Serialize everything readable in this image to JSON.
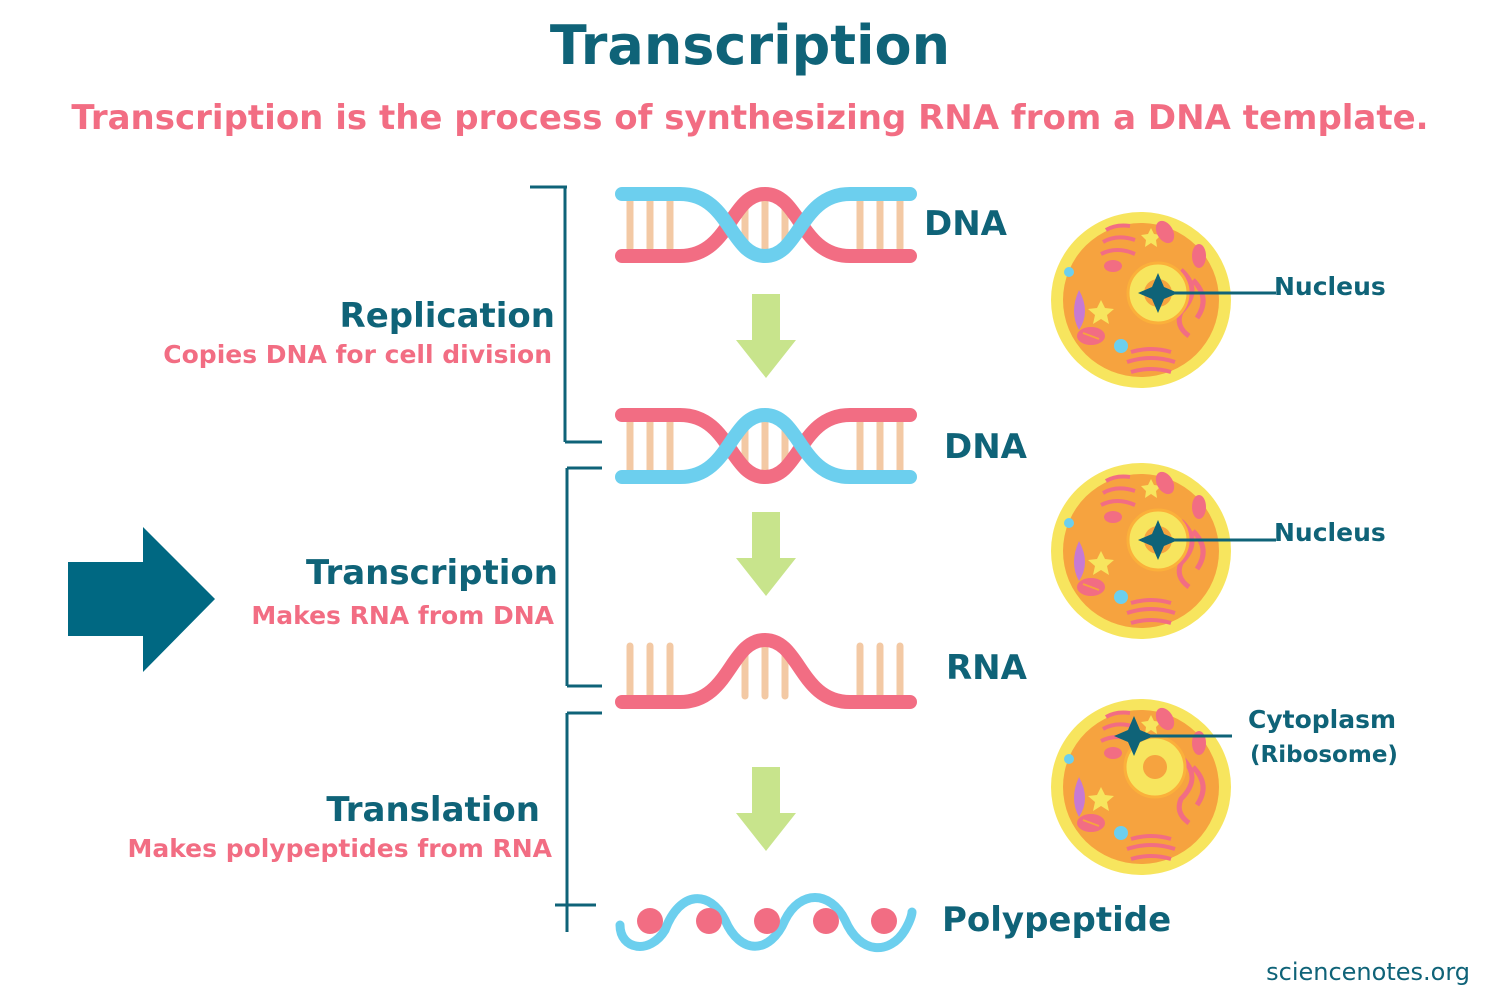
{
  "header": {
    "title": "Transcription",
    "subtitle": "Transcription is the process of synthesizing RNA from a DNA template."
  },
  "processes": [
    {
      "name": "Replication",
      "description": "Copies DNA for cell division"
    },
    {
      "name": "Transcription",
      "description": "Makes RNA from DNA"
    },
    {
      "name": "Translation",
      "description": "Makes polypeptides from RNA"
    }
  ],
  "molecules": [
    {
      "label": "DNA",
      "icon": "dna-double-helix-icon"
    },
    {
      "label": "DNA",
      "icon": "dna-double-helix-icon"
    },
    {
      "label": "RNA",
      "icon": "rna-single-strand-icon"
    },
    {
      "label": "Polypeptide",
      "icon": "polypeptide-chain-icon"
    }
  ],
  "cells": [
    {
      "label": "Nucleus",
      "sublabel": ""
    },
    {
      "label": "Nucleus",
      "sublabel": ""
    },
    {
      "label": "Cytoplasm",
      "sublabel": "(Ribosome)"
    }
  ],
  "source": "sciencenotes.org",
  "colors": {
    "teal": "#0f6378",
    "pink": "#f26d83",
    "blue_strand": "#6ccfee",
    "rung": "#f3c9a4",
    "arrow_green": "#c8e48c",
    "highlight_arrow": "#006882",
    "cell_membrane": "#f7e55e",
    "cell_body": "#f6a33f"
  }
}
